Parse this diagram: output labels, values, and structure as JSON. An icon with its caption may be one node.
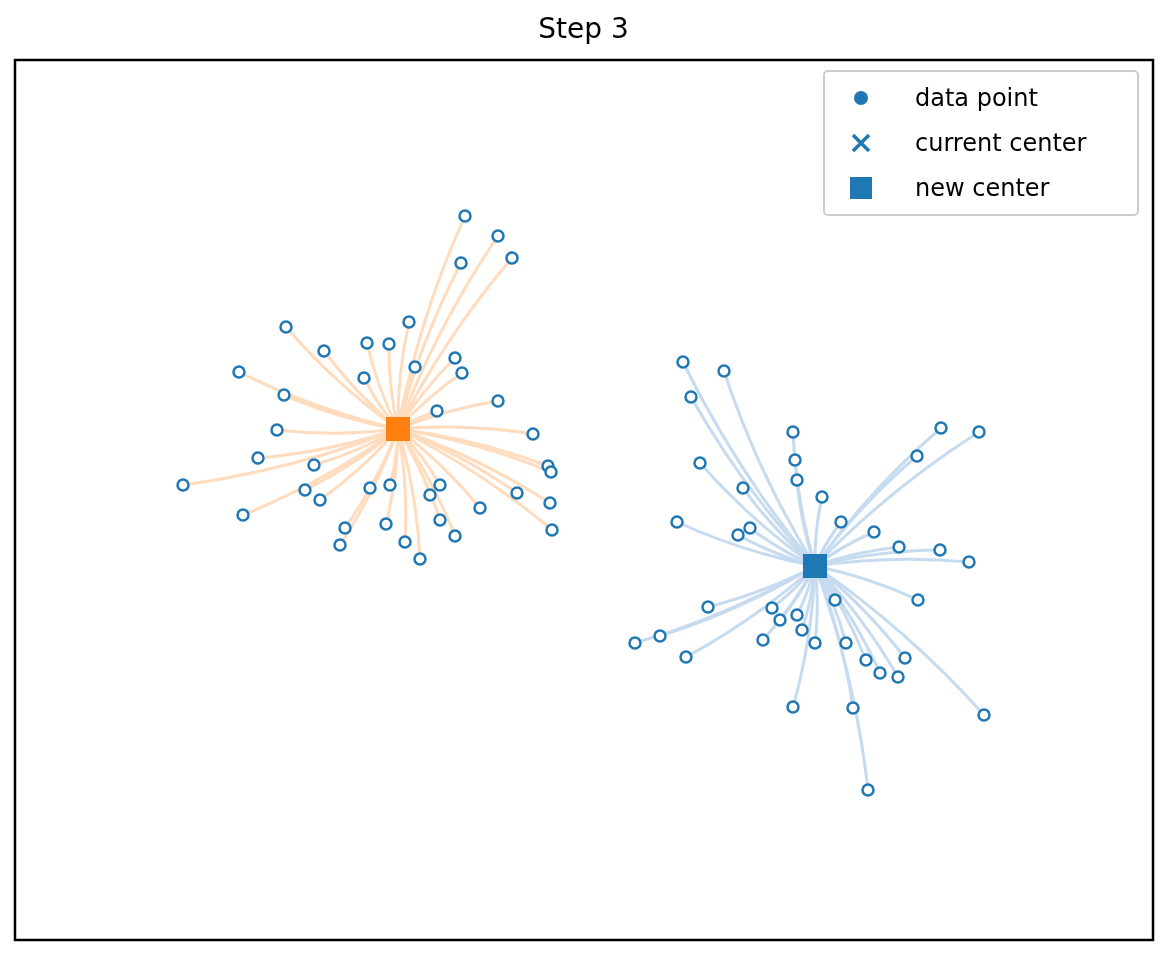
{
  "diagram": {
    "title": "Step 3",
    "legend": [
      {
        "text": "data point"
      },
      {
        "text": "current center"
      },
      {
        "text": "new center"
      }
    ]
  }
}
